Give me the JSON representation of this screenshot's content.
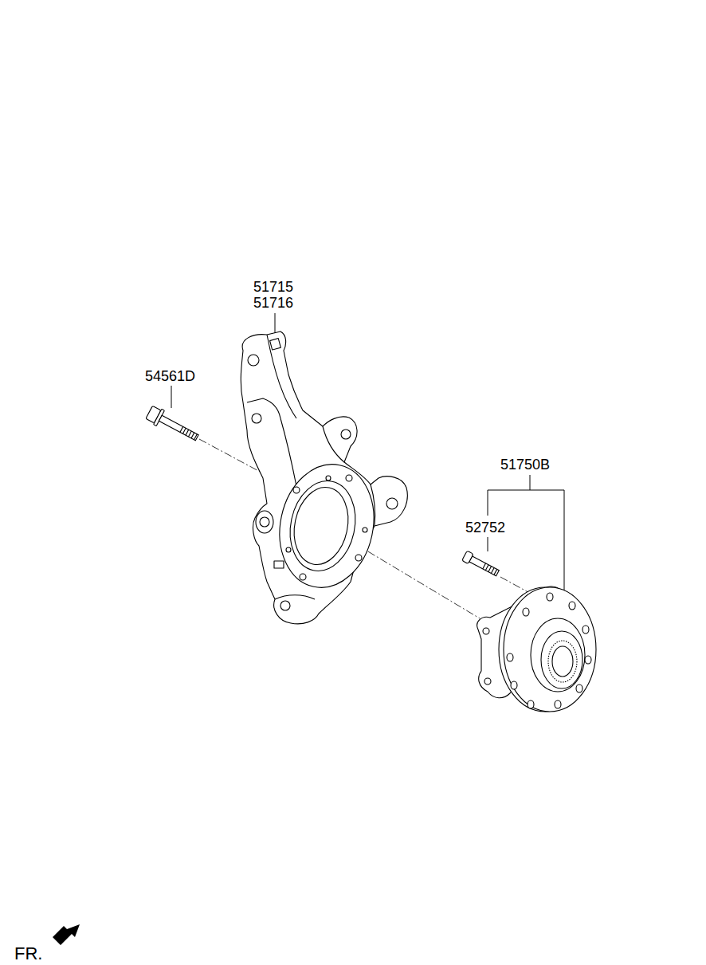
{
  "diagram": {
    "labels": [
      "51715",
      "51716",
      "54561D",
      "51750B",
      "52752",
      "FR."
    ]
  }
}
